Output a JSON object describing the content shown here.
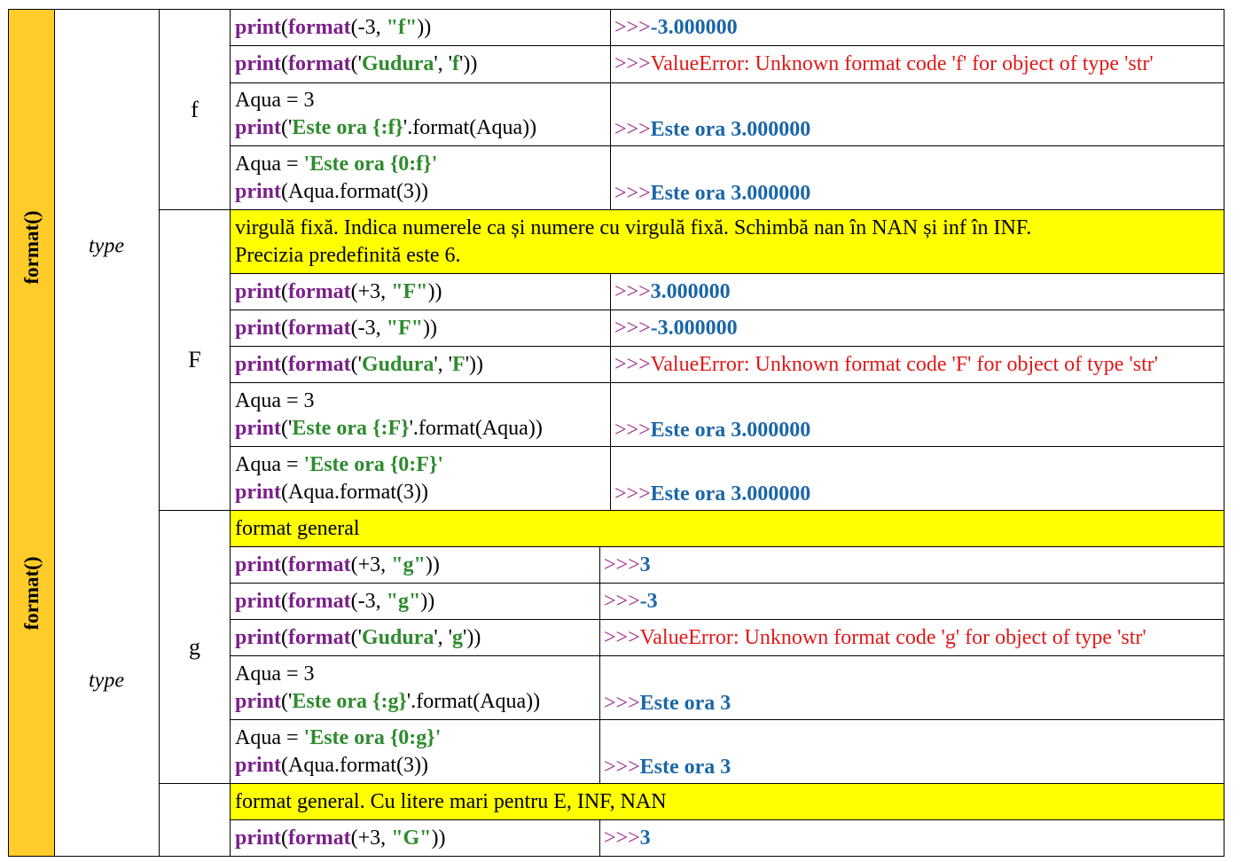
{
  "sidebar": {
    "label_top": "format()",
    "label_bottom": "format()"
  },
  "type_column": {
    "label_top": "type",
    "label_bottom": "type"
  },
  "codes": {
    "f": "f",
    "F": "F",
    "g": "g",
    "G": ""
  },
  "prompt": ">>>",
  "descriptions": {
    "F_line1": "virgulă fixă. Indica numerele ca și numere cu virgulă fixă. Schimbă nan în NAN și inf în INF.",
    "F_line2": "Precizia predefinită este 6.",
    "g": "format general",
    "G": "format general. Cu litere mari pentru E, INF, NAN"
  },
  "rows": {
    "f1": {
      "p1": "print",
      "p2": "(",
      "p3": "format",
      "p4": "(-3, ",
      "p5": "\"f\"",
      "p6": "))",
      "out": "-3.000000"
    },
    "f2": {
      "p1": "print",
      "p2": "(",
      "p3": "format",
      "p4": "('",
      "p5": "Gudura",
      "p6": "', '",
      "p7": "f",
      "p8": "'))",
      "out": "ValueError: Unknown format code 'f' for object of type 'str'"
    },
    "f3": {
      "l1": "Aqua = 3",
      "p1": "print",
      "p2": "('",
      "p3": "Este ora {:f}",
      "p4": "'.format(Aqua))",
      "out": "Este ora 3.000000"
    },
    "f4": {
      "l1a": "Aqua = ",
      "l1b": "'Este ora {0:f}'",
      "p1": "print",
      "p2": "(Aqua.format(3))",
      "out": "Este ora 3.000000"
    },
    "F1": {
      "p1": "print",
      "p2": "(",
      "p3": "format",
      "p4": "(+3, ",
      "p5": "\"F\"",
      "p6": "))",
      "out": "3.000000"
    },
    "F2": {
      "p1": "print",
      "p2": "(",
      "p3": "format",
      "p4": "(-3, ",
      "p5": "\"F\"",
      "p6": "))",
      "out": "-3.000000"
    },
    "F3": {
      "p1": "print",
      "p2": "(",
      "p3": "format",
      "p4": "('",
      "p5": "Gudura",
      "p6": "', '",
      "p7": "F",
      "p8": "'))",
      "out": "ValueError: Unknown format code 'F' for object of type 'str'"
    },
    "F4": {
      "l1": "Aqua = 3",
      "p1": "print",
      "p2": "('",
      "p3": "Este ora {:F}",
      "p4": "'.format(Aqua))",
      "out": "Este ora 3.000000"
    },
    "F5": {
      "l1a": "Aqua = ",
      "l1b": "'Este ora {0:F}'",
      "p1": "print",
      "p2": "(Aqua.format(3))",
      "out": "Este ora 3.000000"
    },
    "g1": {
      "p1": "print",
      "p2": "(",
      "p3": "format",
      "p4": "(+3, ",
      "p5": "\"g\"",
      "p6": "))",
      "out": "3"
    },
    "g2": {
      "p1": "print",
      "p2": "(",
      "p3": "format",
      "p4": "(-3, ",
      "p5": "\"g\"",
      "p6": "))",
      "out": "-3"
    },
    "g3": {
      "p1": "print",
      "p2": "(",
      "p3": "format",
      "p4": "('",
      "p5": "Gudura",
      "p6": "', '",
      "p7": "g",
      "p8": "'))",
      "out": "ValueError: Unknown format code 'g' for object of type 'str'"
    },
    "g4": {
      "l1": "Aqua = 3",
      "p1": "print",
      "p2": "('",
      "p3": "Este ora {:g}",
      "p4": "'.format(Aqua))",
      "out": "Este ora 3"
    },
    "g5": {
      "l1a": "Aqua = ",
      "l1b": "'Este ora {0:g}'",
      "p1": "print",
      "p2": "(Aqua.format(3))",
      "out": "Este ora 3"
    },
    "G1": {
      "p1": "print",
      "p2": "(",
      "p3": "format",
      "p4": "(+3, ",
      "p5": "\"G\"",
      "p6": "))",
      "out": "3"
    }
  },
  "colors": {
    "sidebar": "#ffcc29",
    "description_bg": "#ffff00",
    "keyword": "#7b1f8a",
    "string": "#2e8b2e",
    "result": "#1a66a8",
    "error": "#e01818",
    "prompt": "#a0268c"
  }
}
